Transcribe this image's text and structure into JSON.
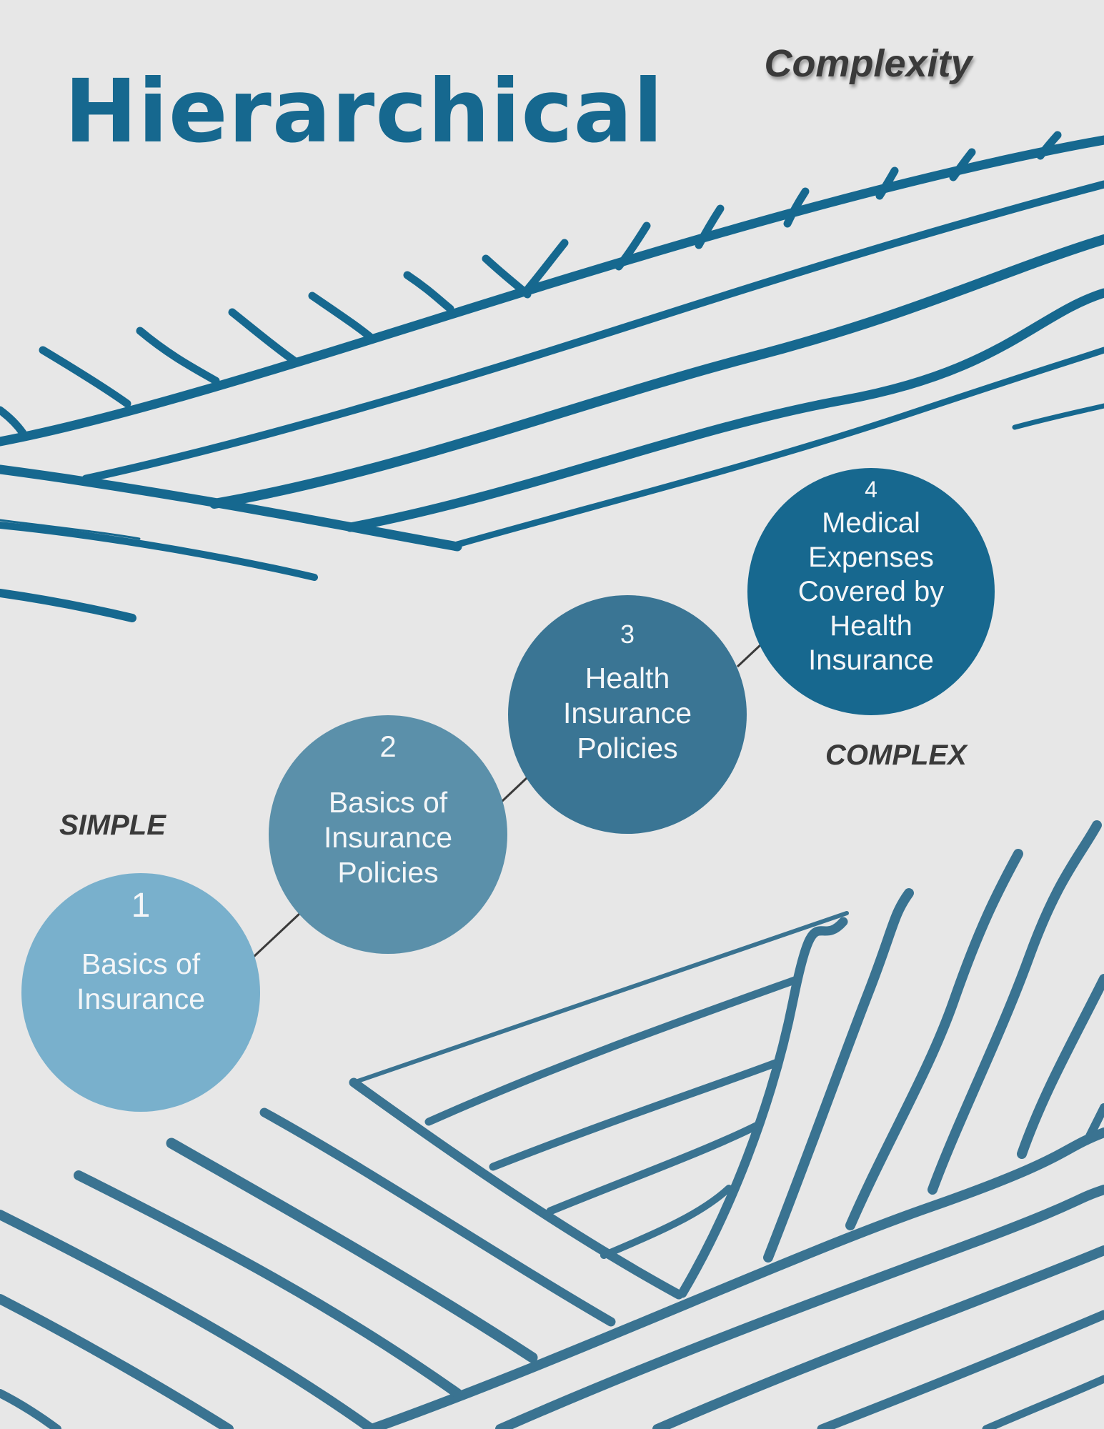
{
  "title": "Hierarchical",
  "axis_label": "Complexity",
  "scale": {
    "low_label": "SIMPLE",
    "high_label": "COMPLEX"
  },
  "colors": {
    "title": "#16688f",
    "background": "#e7e7e7",
    "decor_top": "#16688f",
    "decor_bottom": "#3a7391",
    "text_dark": "#3a3a3a"
  },
  "steps": [
    {
      "number": "1",
      "label": "Basics of Insurance",
      "color": "#79b0cc"
    },
    {
      "number": "2",
      "label": "Basics of Insurance Policies",
      "color": "#5b90aa"
    },
    {
      "number": "3",
      "label": "Health Insurance Policies",
      "color": "#3a7594"
    },
    {
      "number": "4",
      "label": "Medical Expenses Covered by Health Insurance",
      "color": "#17688f"
    }
  ]
}
